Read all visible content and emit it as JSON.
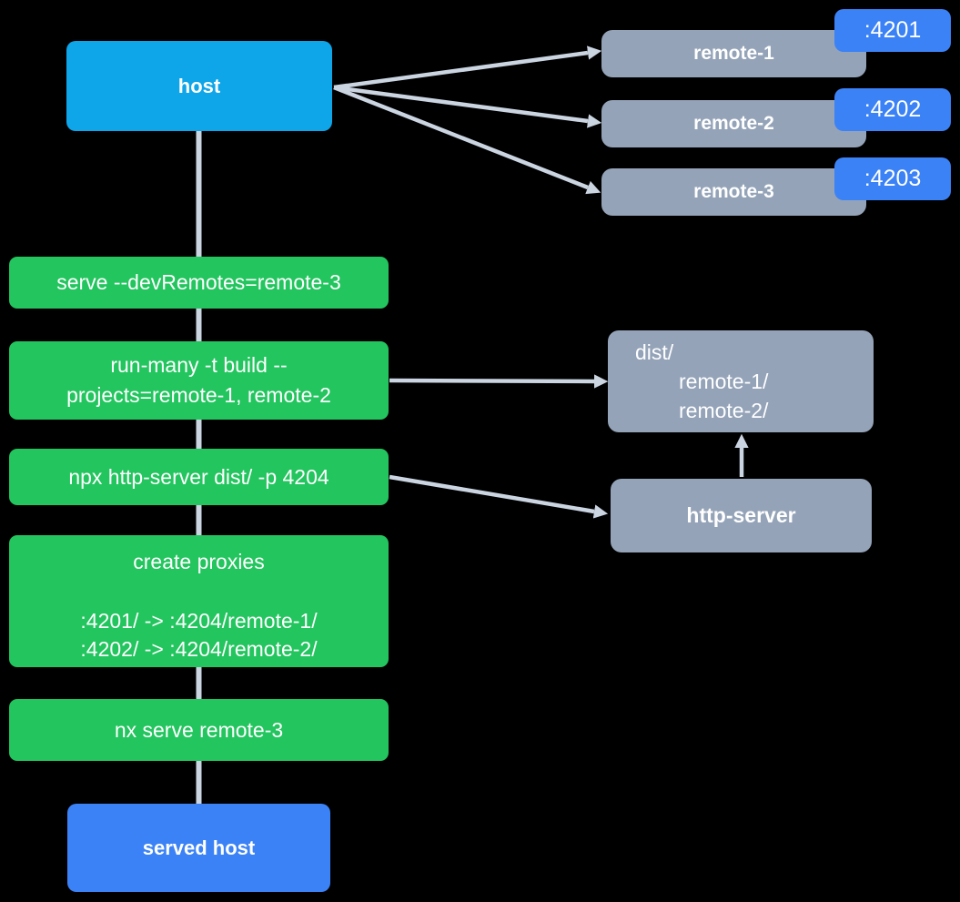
{
  "colors": {
    "background": "#000000",
    "host_fill": "#0ea5e9",
    "served_host_fill": "#3b82f6",
    "command_fill": "#22c55e",
    "artifact_fill": "#94a3b8",
    "port_badge_fill": "#3b82f6",
    "connector": "#cbd5e1",
    "text": "#ffffff"
  },
  "nodes": {
    "host": {
      "label": "host"
    },
    "served_host": {
      "label": "served host"
    },
    "remotes": [
      {
        "label": "remote-1",
        "port": ":4201"
      },
      {
        "label": "remote-2",
        "port": ":4202"
      },
      {
        "label": "remote-3",
        "port": ":4203"
      }
    ],
    "commands": {
      "serve_dev": {
        "label": "serve --devRemotes=remote-3"
      },
      "run_many": {
        "line1": "run-many -t build --",
        "line2": "projects=remote-1, remote-2"
      },
      "http_server_cmd": {
        "label": "npx http-server dist/ -p 4204"
      },
      "create_proxies": {
        "title": "create proxies",
        "rule1": ":4201/ -> :4204/remote-1/",
        "rule2": ":4202/ -> :4204/remote-2/"
      },
      "nx_serve": {
        "label": "nx serve remote-3"
      }
    },
    "dist_folder": {
      "line1": "dist/",
      "line2": "remote-1/",
      "line3": "remote-2/"
    },
    "http_server": {
      "label": "http-server"
    }
  }
}
